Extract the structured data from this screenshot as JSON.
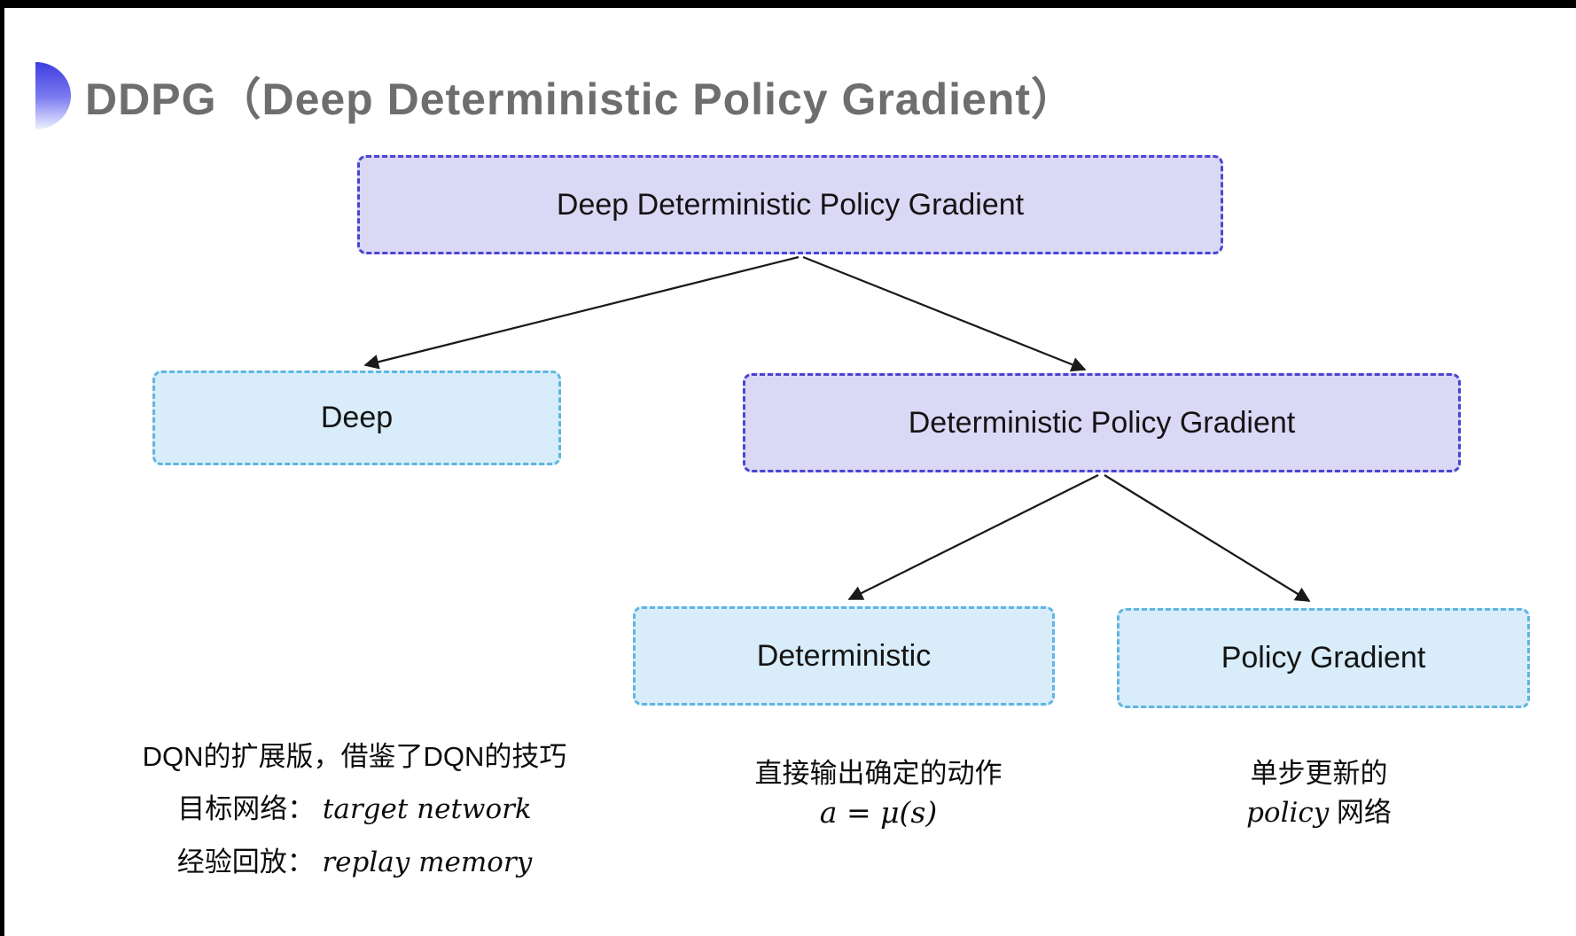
{
  "page": {
    "title": "DDPG（Deep Deterministic Policy Gradient）"
  },
  "colors": {
    "purple_fill": "#dbd8f6",
    "purple_border": "#4945d2",
    "cyan_fill": "#d8edf9",
    "cyan_border": "#5fb5e2",
    "arrow": "#1a1a1a",
    "title_text": "#6e6e6e",
    "bullet_top": "#3d3de0",
    "bullet_bottom": "#eef0ff"
  },
  "tree": {
    "root": {
      "label": "Deep Deterministic Policy Gradient"
    },
    "deep": {
      "label": "Deep"
    },
    "dpg": {
      "label": "Deterministic Policy Gradient"
    },
    "deterministic": {
      "label": "Deterministic"
    },
    "policy_gradient": {
      "label": "Policy Gradient"
    }
  },
  "notes": {
    "deep": {
      "line1": "DQN的扩展版，借鉴了DQN的技巧",
      "target_label": "目标网络：",
      "target_term": "target network",
      "replay_label": "经验回放：",
      "replay_term": "replay memory"
    },
    "deterministic": {
      "line1": "直接输出确定的动作",
      "formula": "a = μ(s)"
    },
    "policy_gradient": {
      "line1": "单步更新的",
      "term": "policy",
      "suffix": " 网络"
    }
  }
}
